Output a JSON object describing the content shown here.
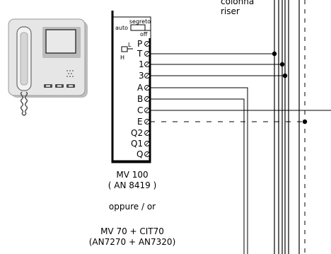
{
  "riser_label": [
    "colonna",
    "riser"
  ],
  "switch": {
    "label_top": "segreto",
    "label_auto": "auto",
    "label_off": "off"
  },
  "relay": {
    "label_l": "L",
    "label_h": "H"
  },
  "terminals": [
    "P",
    "T",
    "1",
    "3",
    "A",
    "B",
    "C",
    "E",
    "Q2",
    "Q1",
    "Q"
  ],
  "caption": {
    "model": "MV 100",
    "code": "( AN 8419 )",
    "alternative": "oppure  /  or",
    "model_alt": "MV 70  +  CIT70",
    "code_alt": "(AN7270 + AN7320)"
  },
  "colors": {
    "line": "#000000",
    "device_body": "#e6e6e6",
    "device_shadow": "#a6a6a6",
    "screen": "#dcdcdc"
  }
}
